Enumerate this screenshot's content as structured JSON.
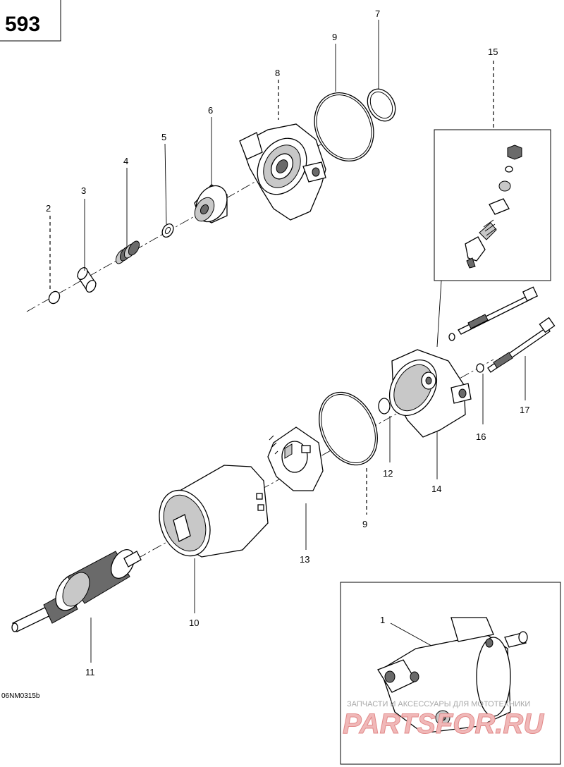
{
  "page_number": "593",
  "reference_code": "06NM0315b",
  "callouts": {
    "c1": "1",
    "c2": "2",
    "c3": "3",
    "c4": "4",
    "c5": "5",
    "c6": "6",
    "c7": "7",
    "c8": "8",
    "c9a": "9",
    "c9b": "9",
    "c10": "10",
    "c11": "11",
    "c12": "12",
    "c13": "13",
    "c14": "14",
    "c15": "15",
    "c16": "16",
    "c17": "17"
  },
  "watermark": {
    "line1": "ЗАПЧАСТИ И АКСЕССУАРЫ ДЛЯ МОТОТЕХНИКИ",
    "line2": "PARTSFOR.RU"
  }
}
